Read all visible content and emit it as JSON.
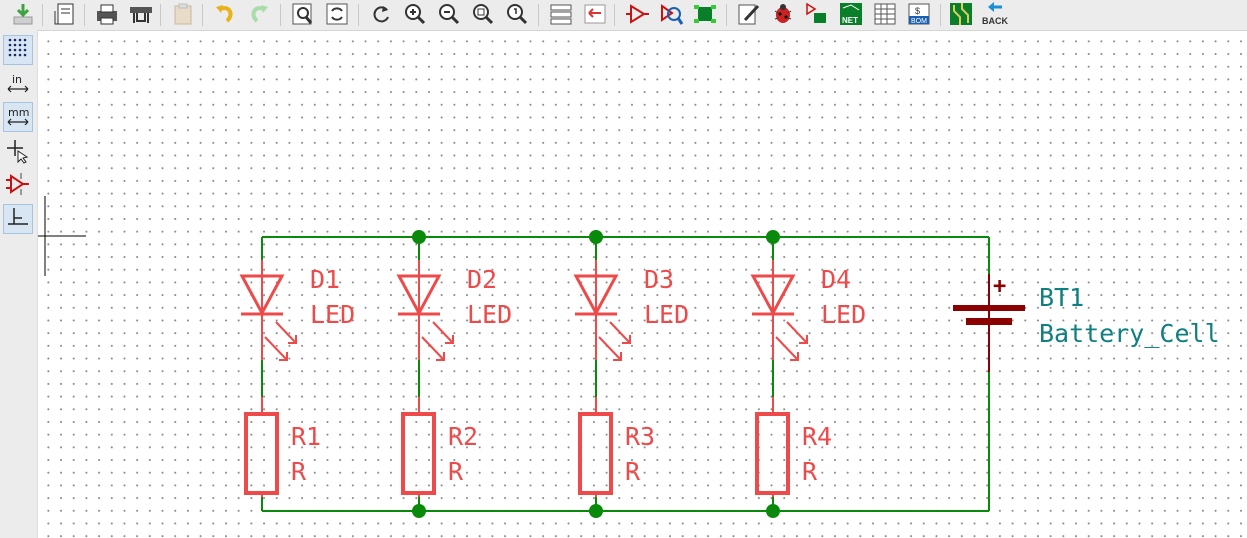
{
  "toolbar": {
    "back_label": "BACK",
    "items": [
      {
        "icon": "save-icon"
      },
      {
        "icon": "page-settings-icon"
      },
      {
        "icon": "print-icon"
      },
      {
        "icon": "plot-icon"
      },
      {
        "icon": "paste-icon"
      },
      {
        "icon": "undo-icon"
      },
      {
        "icon": "redo-icon"
      },
      {
        "icon": "find-icon"
      },
      {
        "icon": "find-replace-icon"
      },
      {
        "icon": "redraw-icon"
      },
      {
        "icon": "zoom-in-icon"
      },
      {
        "icon": "zoom-out-icon"
      },
      {
        "icon": "zoom-fit-icon"
      },
      {
        "icon": "zoom-selection-icon"
      },
      {
        "icon": "hierarchy-navigator-icon"
      },
      {
        "icon": "leave-sheet-icon"
      },
      {
        "icon": "symbol-editor-icon"
      },
      {
        "icon": "symbol-browser-icon"
      },
      {
        "icon": "footprint-editor-icon"
      },
      {
        "icon": "annotate-icon"
      },
      {
        "icon": "erc-icon"
      },
      {
        "icon": "assign-footprints-icon"
      },
      {
        "icon": "netlist-icon"
      },
      {
        "icon": "bom-table-icon"
      },
      {
        "icon": "bom-icon"
      },
      {
        "icon": "pcbnew-icon"
      },
      {
        "icon": "back-import-icon"
      }
    ]
  },
  "left_toolbar": {
    "grid_icon": "grid-icon",
    "unit_in_label": "in",
    "unit_mm_label": "mm",
    "cursor_icon": "full-cursor-icon",
    "hidden_pins_icon": "hidden-pins-icon",
    "wire_angle_icon": "wire-angle-icon"
  },
  "colors": {
    "wire": "#0a8a0a",
    "junction": "#0a8a0a",
    "component": "#ee4a4a",
    "pin": "#8b0000",
    "battery": "#8b0000",
    "battery_text": "#0f7f7f"
  },
  "schematic": {
    "leds": [
      {
        "ref": "D1",
        "value": "LED"
      },
      {
        "ref": "D2",
        "value": "LED"
      },
      {
        "ref": "D3",
        "value": "LED"
      },
      {
        "ref": "D4",
        "value": "LED"
      }
    ],
    "resistors": [
      {
        "ref": "R1",
        "value": "R"
      },
      {
        "ref": "R2",
        "value": "R"
      },
      {
        "ref": "R3",
        "value": "R"
      },
      {
        "ref": "R4",
        "value": "R"
      }
    ],
    "battery": {
      "ref": "BT1",
      "value": "Battery_Cell",
      "plus": "+"
    }
  }
}
